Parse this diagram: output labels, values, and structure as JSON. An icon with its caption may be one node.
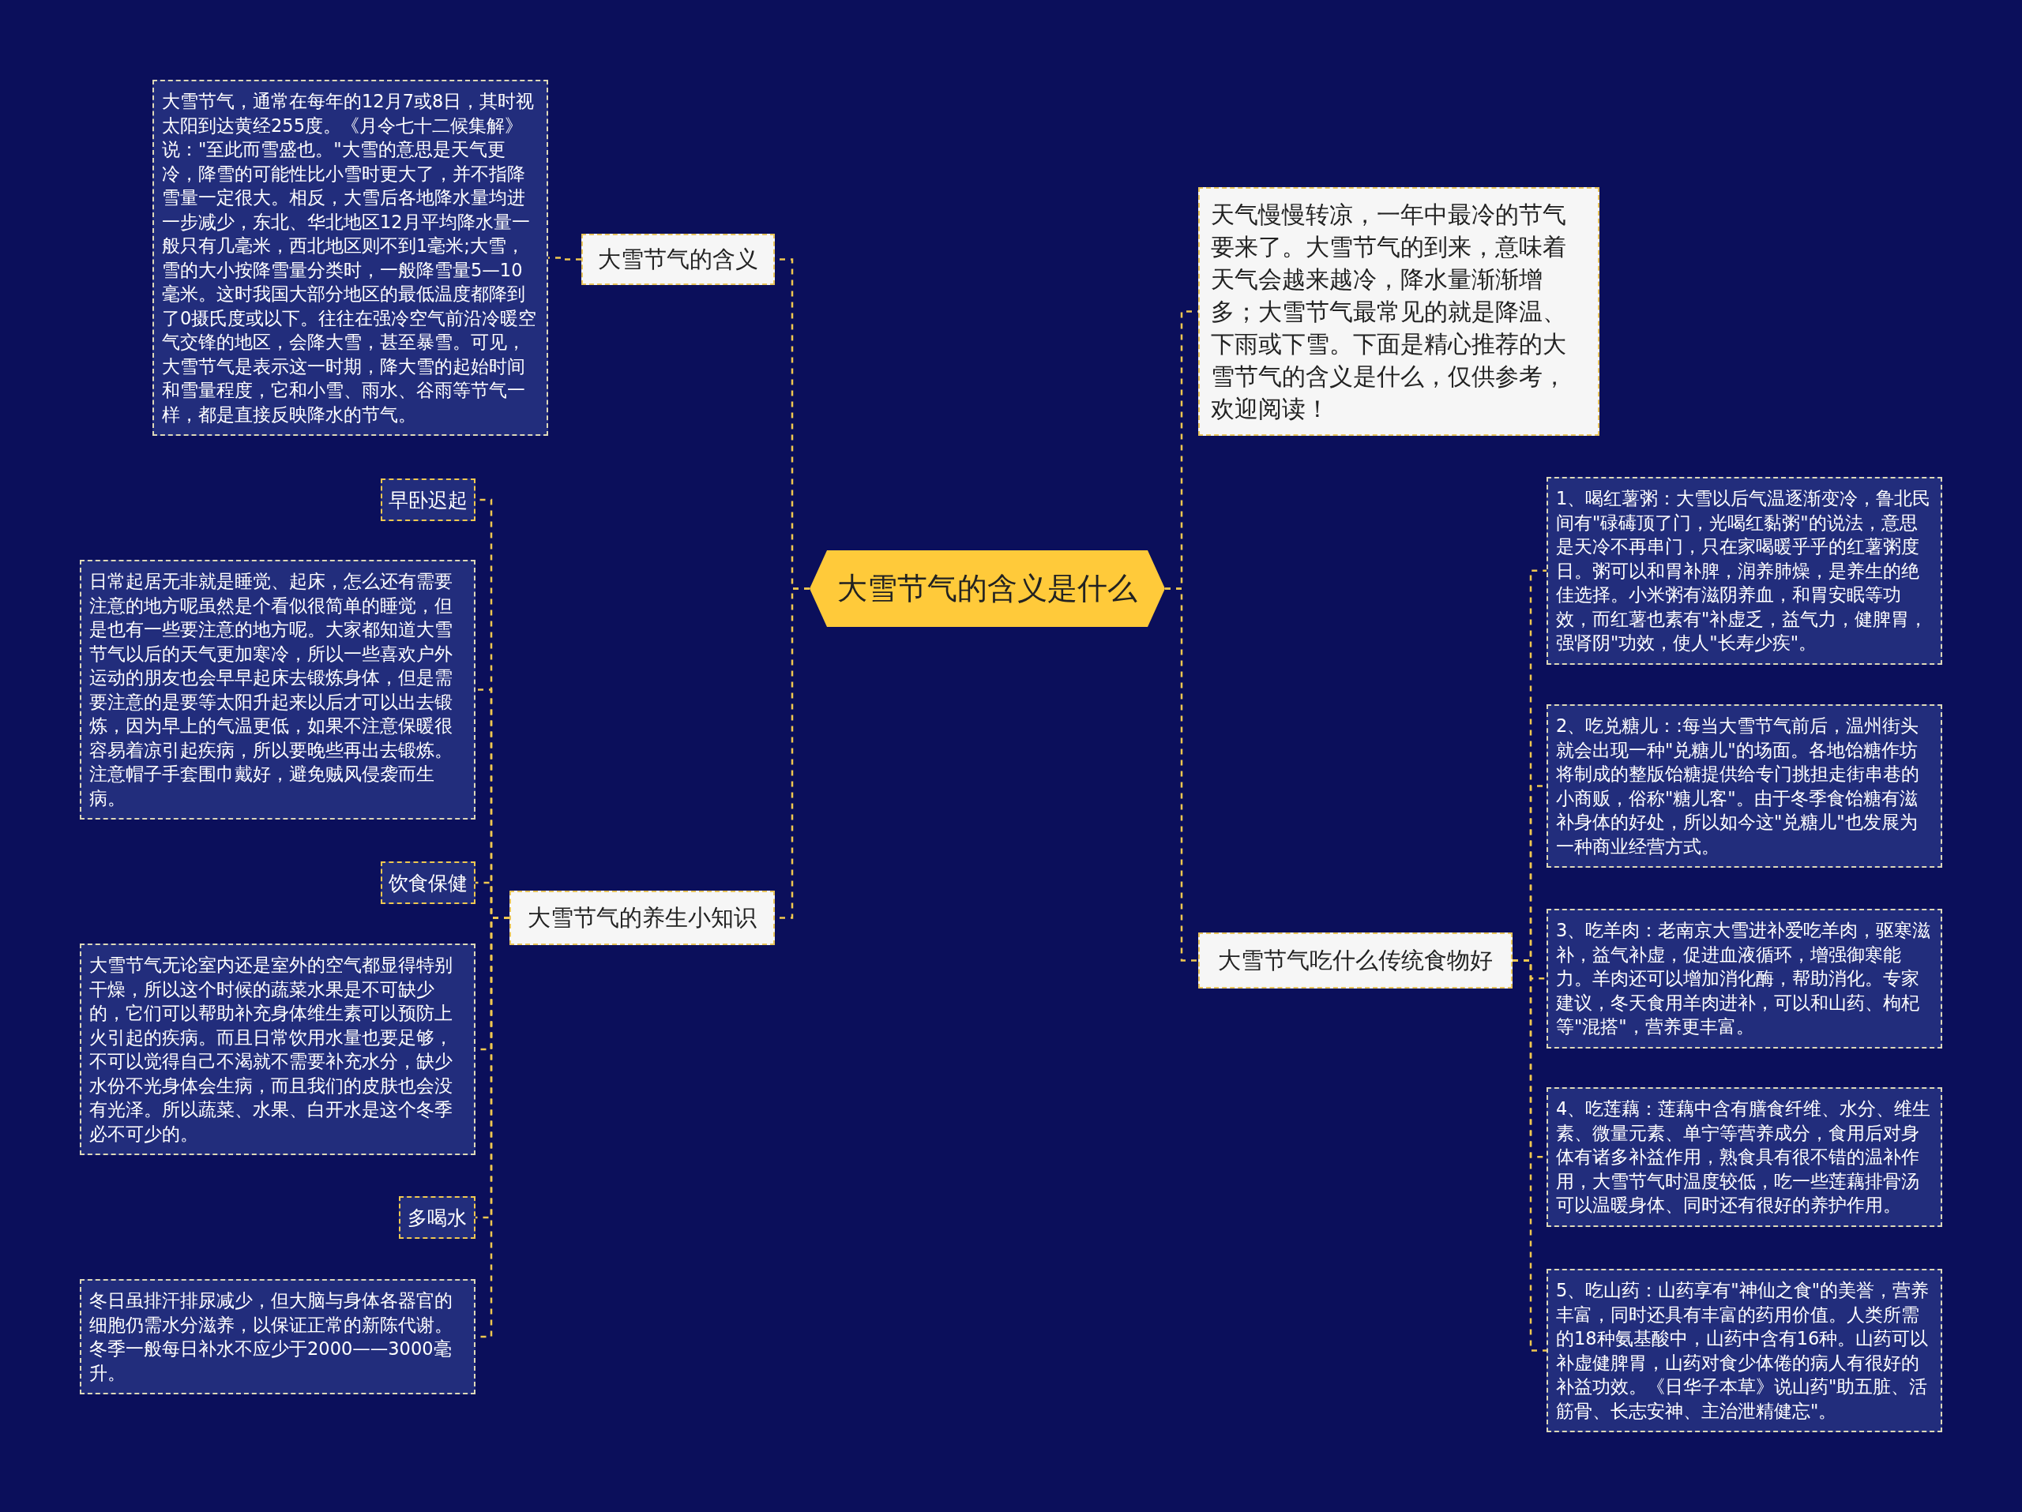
{
  "diagram": {
    "nodes": [
      {
        "text": [
          "大雪节气的含义是什么"
        ]
      },
      {
        "text": [
          "大雪节气的含义"
        ]
      },
      {
        "text": [
          "大雪节气，通常在每年的12月7或8日，其时视太阳到达黄经255度。《月令七十二候集解》说：\"至此而雪盛也。\"大雪的意思是天气更冷，降雪的可能性比小雪时更大了，并不指降雪量一定很大。相反，大雪后各地降水量均进一步减少，东北、华北地区12月平均降水量一般只有几毫米，西北地区则不到1毫米;大雪，雪的大小按降雪量分类时，一般降雪量5—10毫米。这时我国大部分地区的最低温度都降到了0摄氏度或以下。往往在强冷空气前沿冷暖空气交锋的地区，会降大雪，甚至暴雪。可见，大雪节气是表示这一时期，降大雪的起始时间和雪量程度，它和小雪、雨水、谷雨等节气一样，都是直接反映降水的节气。"
        ]
      },
      {
        "text": [
          "大雪节气的养生小知识"
        ]
      },
      {
        "text": [
          "早卧迟起"
        ]
      },
      {
        "text": [
          "日常起居无非就是睡觉、起床，怎么还有需要注意的地方呢虽然是个看似很简单的睡觉，但是也有一些要注意的地方呢。大家都知道大雪节气以后的天气更加寒冷，所以一些喜欢户外运动的朋友也会早早起床去锻炼身体，但是需要注意的是要等太阳升起来以后才可以出去锻炼，因为早上的气温更低，如果不注意保暖很容易着凉引起疾病，所以要晚些再出去锻炼。注意帽子手套围巾戴好，避免贼风侵袭而生病。"
        ]
      },
      {
        "text": [
          "饮食保健"
        ]
      },
      {
        "text": [
          "大雪节气无论室内还是室外的空气都显得特别干燥，所以这个时候的蔬菜水果是不可缺少的，它们可以帮助补充身体维生素可以预防上火引起的疾病。而且日常饮用水量也要足够，不可以觉得自己不渴就不需要补充水分，缺少水份不光身体会生病，而且我们的皮肤也会没有光泽。所以蔬菜、水果、白开水是这个冬季必不可少的。"
        ]
      },
      {
        "text": [
          "多喝水"
        ]
      },
      {
        "text": [
          "冬日虽排汗排尿减少，但大脑与身体各器官的细胞仍需水分滋养，以保证正常的新陈代谢。冬季一般每日补水不应少于2000——3000毫升。"
        ]
      },
      {
        "text": [
          "天气慢慢转凉，一年中最冷的节气要来了。大雪节气的到来，意味着天气会越来越冷，降水量渐渐增多；大雪节气最常见的就是降温、下雨或下雪。下面是精心推荐的大雪节气的含义是什么，仅供参考，欢迎阅读！"
        ]
      },
      {
        "text": [
          "大雪节气吃什么传统食物好"
        ]
      },
      {
        "text": [
          "1、喝红薯粥：大雪以后气温逐渐变冷，鲁北民间有\"碌碡顶了门，光喝红黏粥\"的说法，意思是天冷不再串门，只在家喝暖乎乎的红薯粥度日。粥可以和胃补脾，润养肺燥，是养生的绝佳选择。小米粥有滋阴养血，和胃安眠等功效，而红薯也素有\"补虚乏，益气力，健脾胃，强肾阴\"功效，使人\"长寿少疾\"。"
        ]
      },
      {
        "text": [
          "2、吃兑糖儿：:每当大雪节气前后，温州街头就会出现一种\"兑糖儿\"的场面。各地饴糖作坊将制成的整版饴糖提供给专门挑担走街串巷的小商贩，俗称\"糖儿客\"。由于冬季食饴糖有滋补身体的好处，所以如今这\"兑糖儿\"也发展为一种商业经营方式。"
        ]
      },
      {
        "text": [
          "3、吃羊肉：老南京大雪进补爱吃羊肉，驱寒滋补，益气补虚，促进血液循环，增强御寒能力。羊肉还可以增加消化酶，帮助消化。专家建议，冬天食用羊肉进补，可以和山药、枸杞等\"混搭\"，营养更丰富。"
        ]
      },
      {
        "text": [
          "4、吃莲藕：莲藕中含有膳食纤维、水分、维生素、微量元素、单宁等营养成分，食用后对身体有诸多补益作用，熟食具有很不错的温补作用，大雪节气时温度较低，吃一些莲藕排骨汤可以温暖身体、同时还有很好的养护作用。"
        ]
      },
      {
        "text": [
          "5、吃山药：山药享有\"神仙之食\"的美誉，营养丰富，同时还具有丰富的药用价值。人类所需的18种氨基酸中，山药中含有16种。山药可以补虚健脾胃，山药对食少体倦的病人有很好的补益功效。《日华子本草》说山药\"助五脏、活筋骨、长志安神、主治泄精健忘\"。"
        ]
      }
    ],
    "edges": [
      {
        "from": 0,
        "to": 1,
        "arrow": "none"
      },
      {
        "from": 1,
        "to": 2,
        "arrow": "none"
      },
      {
        "from": 0,
        "to": 3,
        "arrow": "none"
      },
      {
        "from": 3,
        "to": 4,
        "arrow": "none"
      },
      {
        "from": 3,
        "to": 5,
        "arrow": "none"
      },
      {
        "from": 3,
        "to": 6,
        "arrow": "none"
      },
      {
        "from": 3,
        "to": 7,
        "arrow": "none"
      },
      {
        "from": 3,
        "to": 8,
        "arrow": "none"
      },
      {
        "from": 3,
        "to": 9,
        "arrow": "none"
      },
      {
        "from": 0,
        "to": 10,
        "arrow": "none"
      },
      {
        "from": 0,
        "to": 11,
        "arrow": "none"
      },
      {
        "from": 11,
        "to": 12,
        "arrow": "none"
      },
      {
        "from": 11,
        "to": 13,
        "arrow": "none"
      },
      {
        "from": 11,
        "to": 14,
        "arrow": "none"
      },
      {
        "from": 11,
        "to": 15,
        "arrow": "none"
      },
      {
        "from": 11,
        "to": 16,
        "arrow": "none"
      }
    ]
  }
}
